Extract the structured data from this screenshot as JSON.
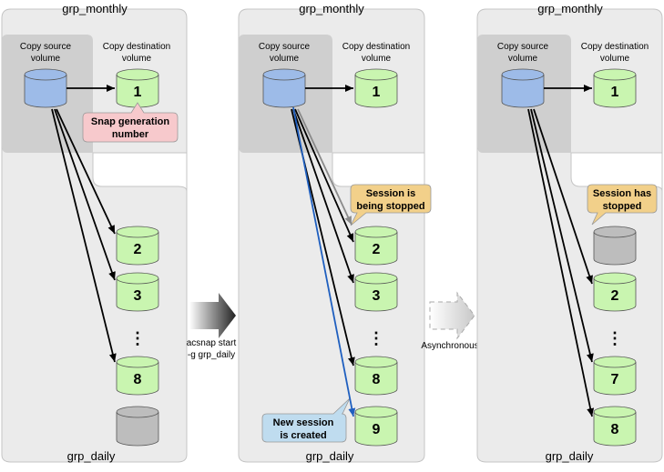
{
  "panels": [
    {
      "top_label": "grp_monthly",
      "bottom_label": "grp_daily",
      "source_label_1": "Copy source",
      "source_label_2": "volume",
      "dest_label_1": "Copy destination",
      "dest_label_2": "volume",
      "dest_number": "1",
      "callout_1": "Snap generation",
      "callout_2": "number",
      "volumes": [
        "2",
        "3",
        "8"
      ],
      "dots": "⋮"
    },
    {
      "top_label": "grp_monthly",
      "bottom_label": "grp_daily",
      "source_label_1": "Copy source",
      "source_label_2": "volume",
      "dest_label_1": "Copy destination",
      "dest_label_2": "volume",
      "dest_number": "1",
      "callout_1": "Session is",
      "callout_2": "being stopped",
      "callout_new_1": "New session",
      "callout_new_2": "is created",
      "volumes": [
        "2",
        "3",
        "8",
        "9"
      ],
      "dots": "⋮"
    },
    {
      "top_label": "grp_monthly",
      "bottom_label": "grp_daily",
      "source_label_1": "Copy source",
      "source_label_2": "volume",
      "dest_label_1": "Copy destination",
      "dest_label_2": "volume",
      "dest_number": "1",
      "callout_1": "Session has",
      "callout_2": "stopped",
      "volumes": [
        "2",
        "7",
        "8"
      ],
      "dots": "⋮"
    }
  ],
  "transition_1_line_1": "acsnap start",
  "transition_1_line_2": "-g grp_daily",
  "transition_2": "Asynchronous",
  "colors": {
    "panel_bg": "#ebebeb",
    "source_bg": "#cfcfcf",
    "source_cyl": "#9dbbe8",
    "dest_cyl": "#c9f5b0",
    "empty_cyl": "#bdbdbd",
    "pink_callout": "#f7c9cc",
    "orange_callout": "#f2d08a",
    "blue_callout": "#bfdcef",
    "new_arrow": "#1f5fbf"
  }
}
